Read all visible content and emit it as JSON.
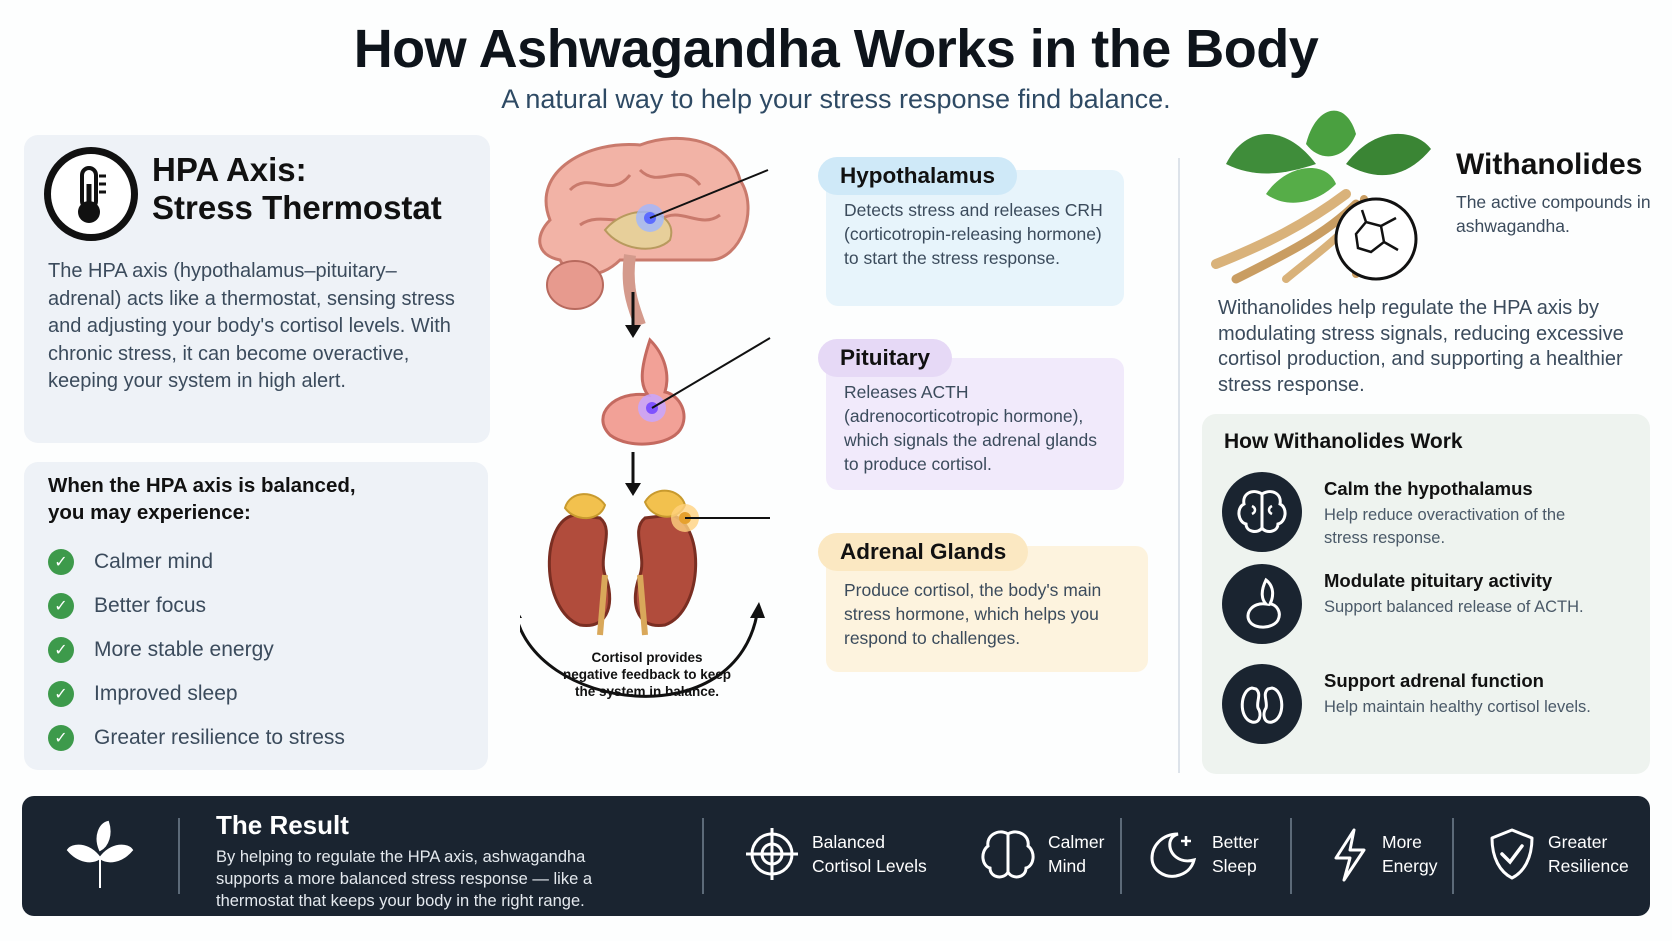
{
  "header": {
    "title": "How Ashwagandha Works in the Body",
    "subtitle": "A natural way to help your stress response find balance."
  },
  "hpa_card": {
    "title_line1": "HPA Axis:",
    "title_line2": "Stress Thermostat",
    "body": "The HPA axis (hypothalamus–pituitary–adrenal) acts like a thermostat, sensing stress and adjusting your body's cortisol levels. With chronic stress, it can become overactive, keeping your system in high alert.",
    "icon": "thermometer-icon"
  },
  "balanced_card": {
    "title_line1": "When the HPA axis is balanced,",
    "title_line2": "you may experience:",
    "items": [
      "Calmer mind",
      "Better focus",
      "More stable energy",
      "Improved sleep",
      "Greater resilience to stress"
    ]
  },
  "diagram": {
    "hypothalamus": {
      "label": "Hypothalamus",
      "text": "Detects stress and releases CRH (corticotropin-releasing hormone) to start the stress response.",
      "color": "#cfe9f8"
    },
    "pituitary": {
      "label": "Pituitary",
      "text": "Releases ACTH (adrenocorticotropic hormone), which signals the adrenal glands to produce cortisol.",
      "color": "#e6d9f6"
    },
    "adrenal": {
      "label": "Adrenal Glands",
      "text": "Produce cortisol, the body's main stress hormone, which helps you respond to challenges.",
      "color": "#fbe8c2"
    },
    "feedback_line1": "Cortisol provides",
    "feedback_line2": "negative feedback to keep",
    "feedback_line3": "the system in balance."
  },
  "withanolides": {
    "title": "Withanolides",
    "subtitle": "The active compounds in ashwagandha.",
    "body": "Withanolides help regulate the HPA axis by modulating stress signals, reducing excessive cortisol production, and supporting a healthier stress response."
  },
  "how_card": {
    "title": "How Withanolides Work",
    "items": [
      {
        "head": "Calm the hypothalamus",
        "text": "Help reduce overactivation of the stress response.",
        "icon": "brain-icon"
      },
      {
        "head": "Modulate pituitary activity",
        "text": "Support balanced release of ACTH.",
        "icon": "pituitary-icon"
      },
      {
        "head": "Support adrenal function",
        "text": "Help maintain healthy cortisol levels.",
        "icon": "kidney-icon"
      }
    ]
  },
  "result": {
    "title": "The Result",
    "body": "By helping to regulate the HPA axis, ashwagandha supports a more balanced stress response — like a thermostat that keeps your body in the right range.",
    "benefits": [
      {
        "label": "Balanced\nCortisol Levels",
        "icon": "target-icon"
      },
      {
        "label": "Calmer\nMind",
        "icon": "brain-icon"
      },
      {
        "label": "Better\nSleep",
        "icon": "moon-icon"
      },
      {
        "label": "More\nEnergy",
        "icon": "lightning-icon"
      },
      {
        "label": "Greater\nResilience",
        "icon": "shield-check-icon"
      }
    ]
  }
}
